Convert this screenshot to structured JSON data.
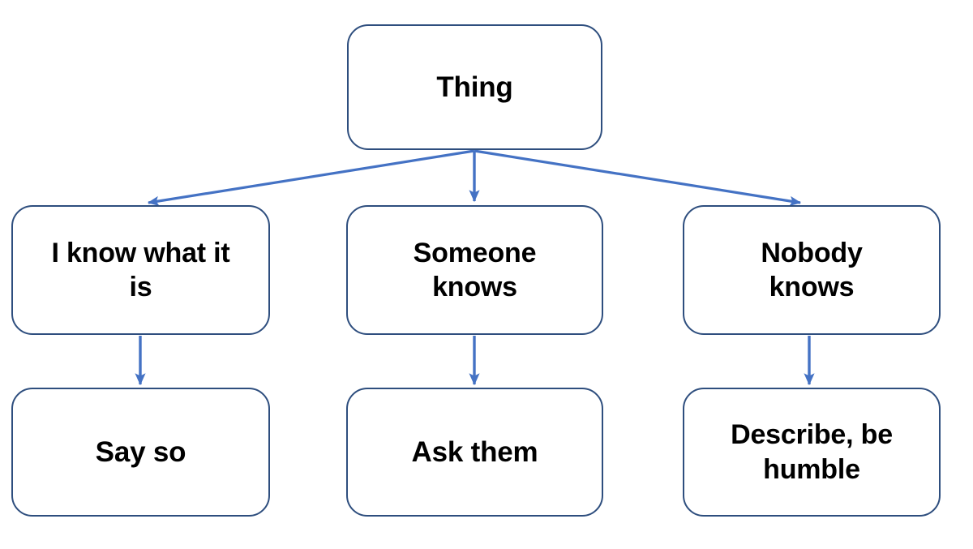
{
  "diagram": {
    "type": "flowchart",
    "background_color": "#FFFFFF",
    "box_border_color": "#2E4E7E",
    "arrow_color": "#4472C4",
    "text_color": "#000000",
    "nodes": [
      {
        "id": "thing",
        "label": "Thing",
        "row": "top",
        "column": "center"
      },
      {
        "id": "i-know",
        "label": "I know what it\nis",
        "row": "middle",
        "column": "left"
      },
      {
        "id": "someone",
        "label": "Someone\nknows",
        "row": "middle",
        "column": "center"
      },
      {
        "id": "nobody",
        "label": "Nobody\nknows",
        "row": "middle",
        "column": "right"
      },
      {
        "id": "say-so",
        "label": "Say so",
        "row": "bottom",
        "column": "left"
      },
      {
        "id": "ask-them",
        "label": "Ask them",
        "row": "bottom",
        "column": "center"
      },
      {
        "id": "describe",
        "label": "Describe, be\nhumble",
        "row": "bottom",
        "column": "right"
      }
    ],
    "edges": [
      {
        "id": "thing-to-i-know",
        "from": "thing",
        "to": "i-know",
        "style": "diagonal-left"
      },
      {
        "id": "thing-to-someone",
        "from": "thing",
        "to": "someone",
        "style": "vertical"
      },
      {
        "id": "thing-to-nobody",
        "from": "thing",
        "to": "nobody",
        "style": "diagonal-right"
      },
      {
        "id": "i-know-to-say-so",
        "from": "i-know",
        "to": "say-so",
        "style": "vertical"
      },
      {
        "id": "someone-to-ask-them",
        "from": "someone",
        "to": "ask-them",
        "style": "vertical"
      },
      {
        "id": "nobody-to-describe",
        "from": "nobody",
        "to": "describe",
        "style": "vertical"
      }
    ]
  }
}
